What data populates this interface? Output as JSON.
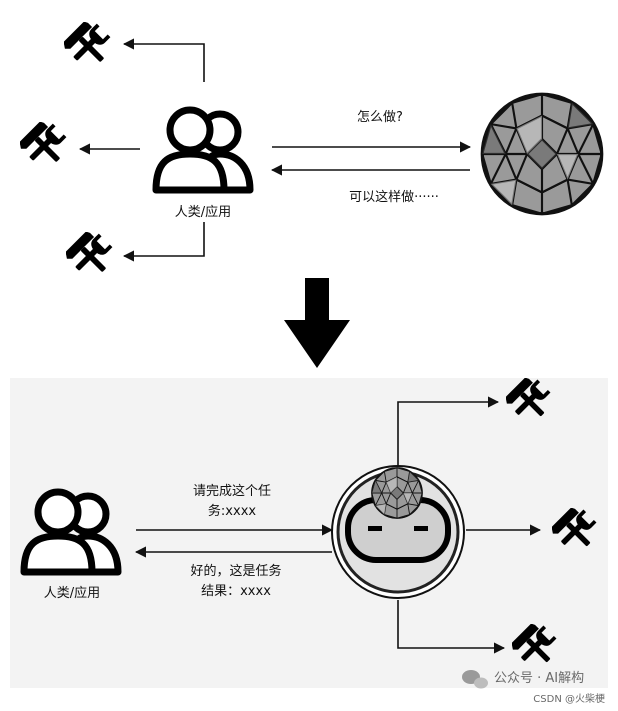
{
  "top": {
    "human_label": "人类/应用",
    "question": "怎么做?",
    "answer": "可以这样做······"
  },
  "bottom": {
    "human_label": "人类/应用",
    "request_line1": "请完成这个任",
    "request_line2": "务:xxxx",
    "result_line1": "好的，这是任务",
    "result_line2": "结果：xxxx"
  },
  "watermark": {
    "account": "公众号 · AI解构",
    "source": "CSDN @火柴梗"
  },
  "icons": {
    "tool": "hammer-wrench-icon",
    "people": "people-icon",
    "model": "geodesic-sphere-icon",
    "agent": "robot-agent-icon",
    "transition": "down-arrow-icon",
    "wechat": "wechat-icon"
  }
}
